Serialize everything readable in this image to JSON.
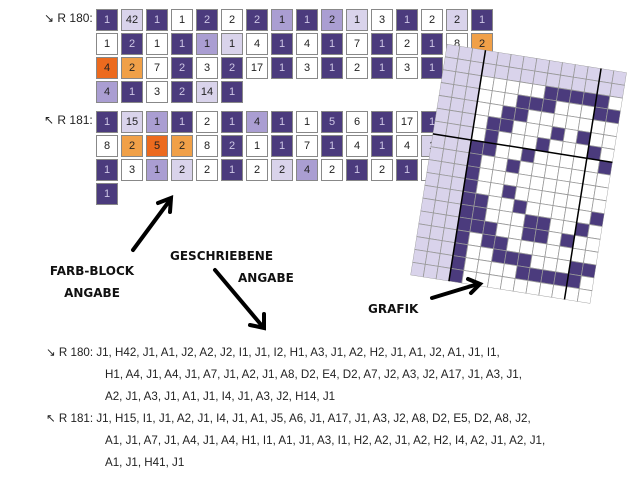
{
  "colors": {
    "J": "#4b3b7d",
    "H": "#d9d3eb",
    "I": "#aa9ed2",
    "A": "#ffffff",
    "D": "#f0a048",
    "E": "#ec6a1e"
  },
  "r180": {
    "label": "↘ R 180:",
    "rows": [
      [
        "J1",
        "H42",
        "J1",
        "A1",
        "J2",
        "A2",
        "J2",
        "I1",
        "J1",
        "I2",
        "H1",
        "A3",
        "J1",
        "A2",
        "H2",
        "J1"
      ],
      [
        "A1",
        "J2",
        "A1",
        "J1",
        "I1",
        "H1",
        "A4",
        "J1",
        "A4",
        "J1",
        "A7",
        "J1",
        "A2",
        "J1",
        "A8",
        "D2"
      ],
      [
        "E4",
        "D2",
        "A7",
        "J2",
        "A3",
        "J2",
        "A17",
        "J1",
        "A3",
        "J1",
        "A2",
        "J1",
        "A3",
        "J1",
        "A1",
        "J1"
      ],
      [
        "I4",
        "J1",
        "A3",
        "J2",
        "H14",
        "J1"
      ]
    ]
  },
  "r181": {
    "label": "↖ R 181:",
    "rows": [
      [
        "J1",
        "H15",
        "I1",
        "J1",
        "A2",
        "J1",
        "I4",
        "J1",
        "A1",
        "J5",
        "A6",
        "J1",
        "A17",
        "J1",
        "A3",
        "J2"
      ],
      [
        "A8",
        "D2",
        "E5",
        "D2",
        "A8",
        "J2",
        "A1",
        "J1",
        "A7",
        "J1",
        "A4",
        "J1",
        "A4",
        "H1",
        "I1",
        "A1"
      ],
      [
        "J1",
        "A3",
        "I1",
        "H2",
        "A2",
        "J1",
        "A2",
        "H2",
        "I4",
        "A2",
        "J1",
        "A2",
        "J1",
        "A1",
        "J1",
        "H41"
      ],
      [
        "J1"
      ]
    ]
  },
  "annotations": {
    "farb_block": "FARB-BLOCK",
    "farb_block2": "ANGABE",
    "geschriebene": "GESCHRIEBENE",
    "geschriebene2": "ANGABE",
    "grafik": "GRAFIK"
  },
  "written": {
    "r180": [
      "↘ R 180: J1, H42, J1, A1, J2, A2, J2, I1, J1, I2, H1, A3, J1, A2, H2, J1, A1, J2, A1, J1, I1,",
      "H1, A4, J1, A4, J1, A7, J1, A2, J1, A8, D2, E4, D2, A7, J2, A3, J2, A17, J1, A3, J1,",
      "A2, J1, A3, J1, A1, J1, I4, J1, A3, J2, H14, J1"
    ],
    "r181": [
      "↖ R 181: J1, H15, I1, J1, A2, J1, I4, J1, A1, J5, A6, J1, A17, J1, A3, J2, A8, D2, E5, D2, A8, J2,",
      "A1, J1, A7, J1, A4, J1, A4, H1, I1, A1, J1, A3, I1, H2, A2, J1, A2, H2, I4, A2, J1, A2, J1,",
      "A1, J1, H41, J1"
    ]
  }
}
